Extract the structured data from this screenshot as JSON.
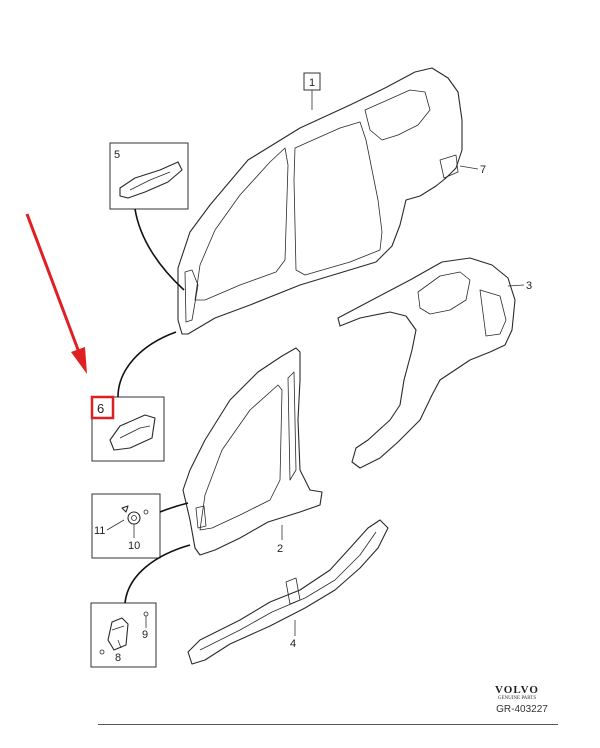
{
  "callouts": {
    "c1": "1",
    "c2": "2",
    "c3": "3",
    "c4": "4",
    "c5": "5",
    "c6": "6",
    "c7": "7",
    "c8": "8",
    "c9": "9",
    "c10": "10",
    "c11": "11"
  },
  "highlight_color": "#e02020",
  "arrow_color": "#e02020",
  "footer": {
    "brand": "VOLVO",
    "brand_sub": "GENUINE PARTS",
    "figure_id": "GR-403227"
  }
}
